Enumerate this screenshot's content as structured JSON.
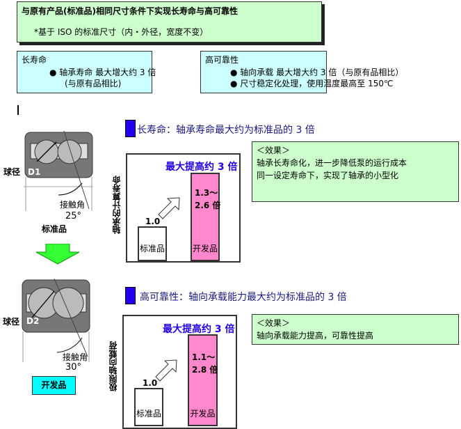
{
  "header": {
    "title": "与原有产品(标准品)相同尺寸条件下实现长寿命与高可靠性",
    "note": "*基于 ISO 的标准尺寸（内・外径，宽度不变）"
  },
  "features": [
    {
      "title": "长寿命",
      "bullets": [
        "轴承寿命  最大增大约 3 倍",
        "(与原有品相比)"
      ]
    },
    {
      "title": "高可靠性",
      "bullets": [
        "轴向承载  最大增大约 3 倍（与原有品相比）",
        "尺寸稳定化处理，使用温度最高至 150℃"
      ]
    }
  ],
  "bearings": [
    {
      "ball_label": "球径",
      "ball_code": "D1",
      "angle_label": "接触角",
      "angle": "25°",
      "name": "标准品"
    },
    {
      "ball_label": "球径",
      "ball_code": "D2",
      "angle_label": "接触角",
      "angle": "30°",
      "name": "开发品"
    }
  ],
  "sections": [
    {
      "heading": "长寿命：轴承寿命最大约为标准品的 3 倍",
      "ylabel": "轴承的计算寿命",
      "max_label": "最大提高约 3 倍",
      "std": {
        "label": "标准品",
        "value": "1.0"
      },
      "dev": {
        "label": "开发品",
        "value_line1": "1.3～",
        "value_line2": "2.6 倍"
      },
      "effect": {
        "title": "＜效果＞",
        "lines": [
          "轴承长寿命化，进一步降低泵的运行成本",
          "同一设定寿命下，实现了轴承的小型化"
        ]
      }
    },
    {
      "heading": "高可靠性：轴向承载能力最大约为标准品的 3 倍",
      "ylabel": "极限轴向载荷",
      "max_label": "最大提高约 3 倍",
      "std": {
        "label": "标准品",
        "value": "1.0"
      },
      "dev": {
        "label": "开发品",
        "value_line1": "1.1～",
        "value_line2": "2.8 倍"
      },
      "effect": {
        "title": "＜效果＞",
        "lines": [
          "轴向承载能力提高，可靠性提高"
        ]
      }
    }
  ],
  "colors": {
    "green_box": "#ccffcc",
    "cyan_box": "#ccffff",
    "accent_blue": "#2200ee",
    "dev_bar": "#ff88cc",
    "arrow_green": "#33ff33"
  }
}
